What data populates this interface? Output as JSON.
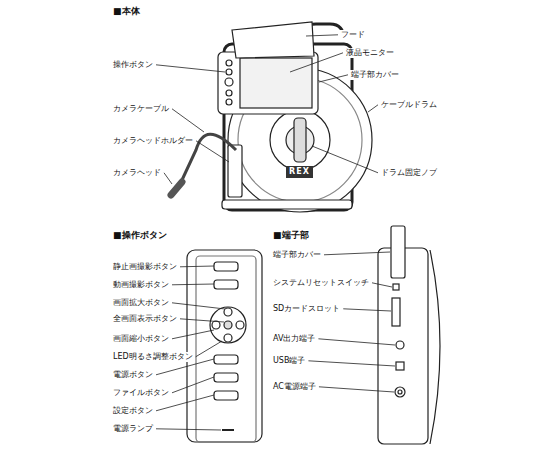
{
  "diagram": {
    "labels": [
      "■本体",
      "フード",
      "液晶モニター",
      "操作ボタン",
      "端子部カバー",
      "カメラケーブル",
      "ケーブルドラム",
      "カメラヘッドホルダー",
      "ドラム固定ノブ",
      "カメラヘッド",
      "REX",
      "■操作ボタン",
      "静止画撮影ボタン",
      "動画撮影ボタン",
      "画面拡大ボタン",
      "全画面表示ボタン",
      "画面縮小ボタン",
      "LED明るさ調整ボタン",
      "電源ボタン",
      "ファイルボタン",
      "設定ボタン",
      "電源ランプ",
      "■端子部",
      "端子部カバー",
      "システムリセットスイッチ",
      "SDカードスロット",
      "AV出力端子",
      "USB端子",
      "AC電源端子"
    ]
  }
}
